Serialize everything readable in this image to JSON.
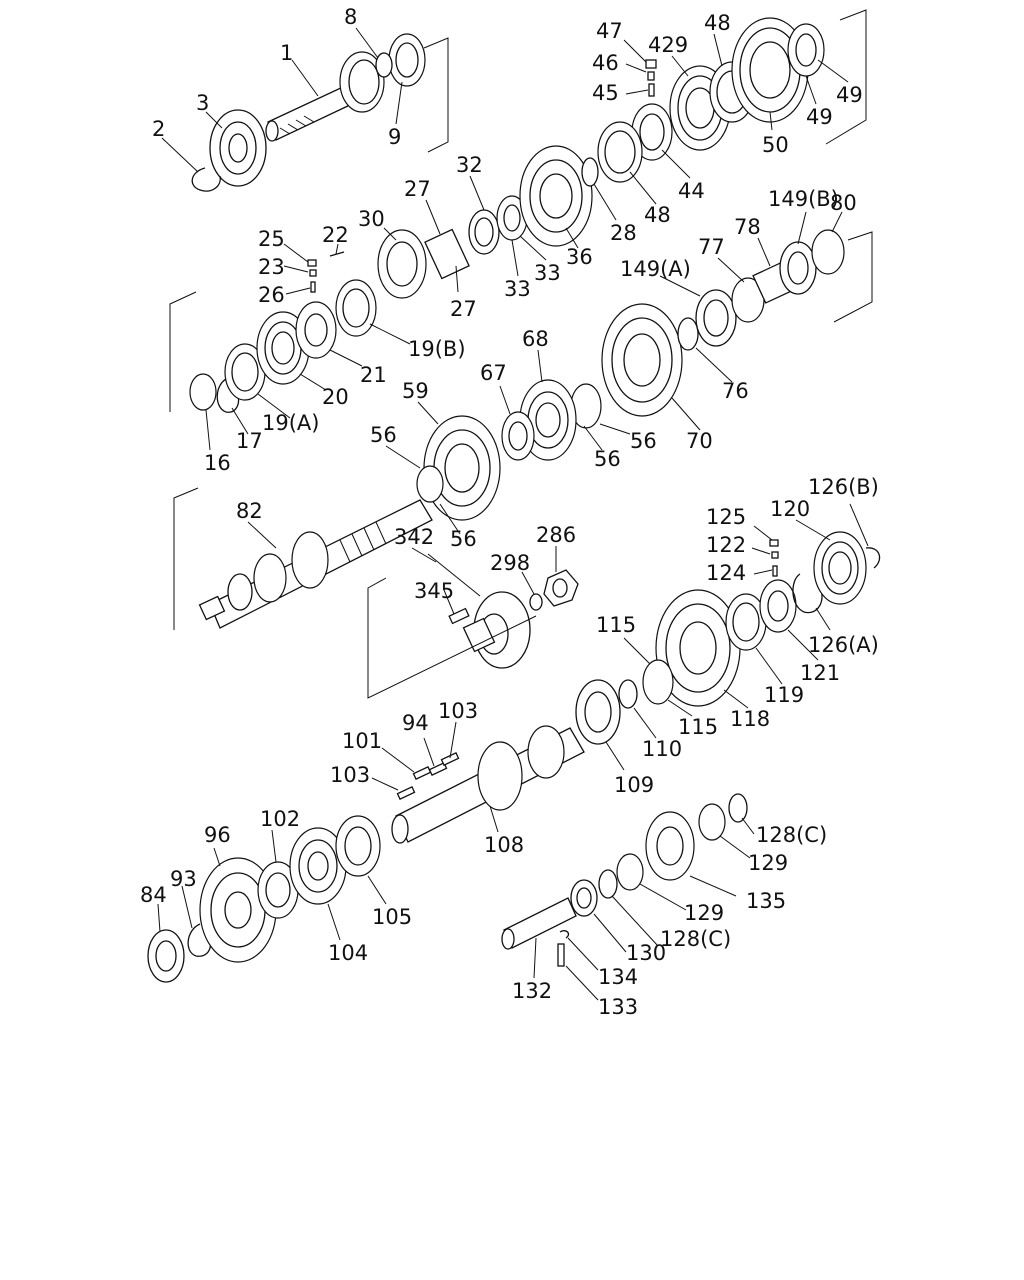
{
  "labels": {
    "p1": "1",
    "p2": "2",
    "p3": "3",
    "p8": "8",
    "p9": "9",
    "p47": "47",
    "p46": "46",
    "p45": "45",
    "p429": "429",
    "p48a": "48",
    "p48b": "48",
    "p49a": "49",
    "p49b": "49",
    "p50": "50",
    "p44": "44",
    "p32": "32",
    "p27a": "27",
    "p27b": "27",
    "p30": "30",
    "p36": "36",
    "p28": "28",
    "p33a": "33",
    "p33b": "33",
    "p25": "25",
    "p23": "23",
    "p26": "26",
    "p22": "22",
    "p19b": "19(B)",
    "p21": "21",
    "p20": "20",
    "p19a": "19(A)",
    "p17": "17",
    "p16": "16",
    "p149b": "149(B)",
    "p80": "80",
    "p78": "78",
    "p77": "77",
    "p149a": "149(A)",
    "p76": "76",
    "p68": "68",
    "p67": "67",
    "p70": "70",
    "p56a": "56",
    "p56b": "56",
    "p56c": "56",
    "p56d": "56",
    "p59": "59",
    "p82": "82",
    "p342": "342",
    "p345": "345",
    "p298": "298",
    "p286": "286",
    "p125": "125",
    "p122": "122",
    "p124": "124",
    "p120": "120",
    "p126b": "126(B)",
    "p126a": "126(A)",
    "p121": "121",
    "p119": "119",
    "p118": "118",
    "p115a": "115",
    "p115b": "115",
    "p110": "110",
    "p109": "109",
    "p101": "101",
    "p94": "94",
    "p103a": "103",
    "p103b": "103",
    "p108": "108",
    "p102": "102",
    "p96": "96",
    "p93": "93",
    "p84": "84",
    "p104": "104",
    "p105": "105",
    "p128a": "128(C)",
    "p128b": "128(C)",
    "p129a": "129",
    "p129b": "129",
    "p135": "135",
    "p130": "130",
    "p134": "134",
    "p132": "132",
    "p133": "133"
  }
}
